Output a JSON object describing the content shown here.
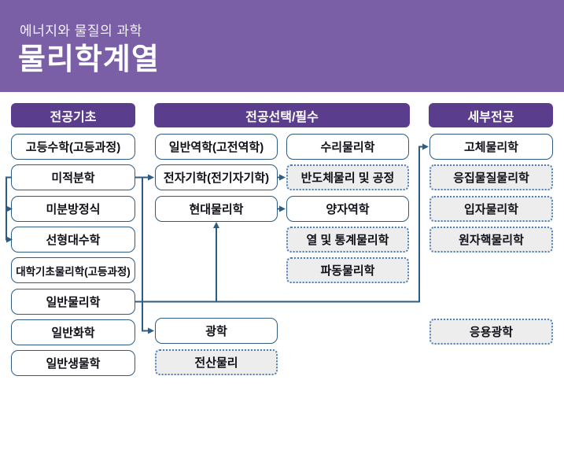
{
  "banner": {
    "subtitle": "에너지와 물질의 과학",
    "title": "물리학계열"
  },
  "columns": [
    {
      "header": "전공기초",
      "boxes": [
        {
          "label": "고등수학(고등과정)",
          "style": "solid"
        },
        {
          "label": "미적분학",
          "style": "solid"
        },
        {
          "label": "미분방정식",
          "style": "solid"
        },
        {
          "label": "선형대수학",
          "style": "solid"
        },
        {
          "label": "대학기초물리학(고등과정)",
          "style": "solid"
        },
        {
          "label": "일반물리학",
          "style": "solid"
        },
        {
          "label": "일반화학",
          "style": "solid"
        },
        {
          "label": "일반생물학",
          "style": "solid"
        }
      ]
    },
    {
      "header": "전공선택/필수",
      "left": [
        {
          "label": "일반역학(고전역학)",
          "style": "solid"
        },
        {
          "label": "전자기학(전기자기학)",
          "style": "solid"
        },
        {
          "label": "현대물리학",
          "style": "solid"
        },
        {
          "label": "광학",
          "style": "solid"
        },
        {
          "label": "전산물리",
          "style": "dotted"
        }
      ],
      "right": [
        {
          "label": "수리물리학",
          "style": "solid"
        },
        {
          "label": "반도체물리 및 공정",
          "style": "dotted"
        },
        {
          "label": "양자역학",
          "style": "solid"
        },
        {
          "label": "열 및 통계물리학",
          "style": "dotted"
        },
        {
          "label": "파동물리학",
          "style": "dotted"
        }
      ]
    },
    {
      "header": "세부전공",
      "boxes": [
        {
          "label": "고체물리학",
          "style": "solid"
        },
        {
          "label": "응집물질물리학",
          "style": "dotted"
        },
        {
          "label": "입자물리학",
          "style": "dotted"
        },
        {
          "label": "원자핵물리학",
          "style": "dotted"
        },
        {
          "label": "응용광학",
          "style": "dotted"
        }
      ]
    }
  ],
  "connections": [
    "미적분학 → 미분방정식",
    "미적분학 → 선형대수학",
    "미적분학 → 전자기학(전기자기학)",
    "미적분학/일반물리학 → 광학",
    "일반물리학 → 현대물리학",
    "일반물리학 → 고체물리학",
    "전자기학(전기자기학) → 반도체물리 및 공정",
    "현대물리학 → 양자역학"
  ],
  "colors": {
    "banner_bg": "#7a5fa6",
    "header_bg": "#5a3d8c",
    "line": "#2e5c84",
    "dotted_border": "#4d80b8",
    "dotted_fill": "#ededed"
  }
}
